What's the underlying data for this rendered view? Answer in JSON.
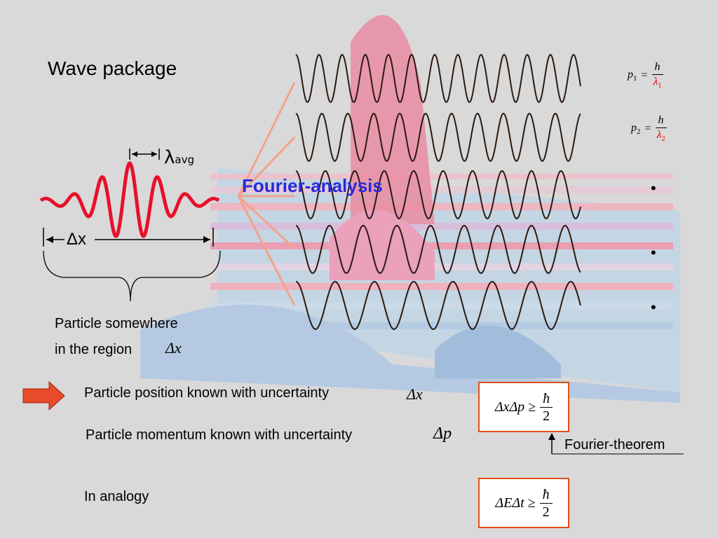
{
  "title": "Wave package",
  "wave_packet": {
    "wavelength_label": "λ",
    "wavelength_subscript": "avg",
    "width_label": "Δx"
  },
  "fourier_label": "Fourier-analysis",
  "particle_region": {
    "line1": "Particle somewhere",
    "line2": "in the region",
    "symbol": "Δx"
  },
  "momenta": [
    {
      "lhs": "p",
      "sub": "1",
      "num": "h",
      "den": "λ",
      "den_sub": "1"
    },
    {
      "lhs": "p",
      "sub": "2",
      "num": "h",
      "den": "λ",
      "den_sub": "2"
    }
  ],
  "bullets": [
    "•",
    "•",
    "•"
  ],
  "uncertainty": {
    "position_text": "Particle position known with uncertainty",
    "position_symbol": "Δx",
    "momentum_text": "Particle momentum known with uncertainty",
    "momentum_symbol": "Δp",
    "analogy_text": "In analogy"
  },
  "relations": {
    "xp_lhs": "ΔxΔp ≥",
    "et_lhs": "ΔEΔt ≥",
    "num": "ħ",
    "den": "2"
  },
  "fourier_theorem_label": "Fourier-theorem",
  "colors": {
    "background": "#d9d9d9",
    "packet": "#e8102a",
    "fourier_text": "#2a2adc",
    "box_border": "#e0501a",
    "arrow": "#e84a2a",
    "wave": "#2a1a10"
  }
}
